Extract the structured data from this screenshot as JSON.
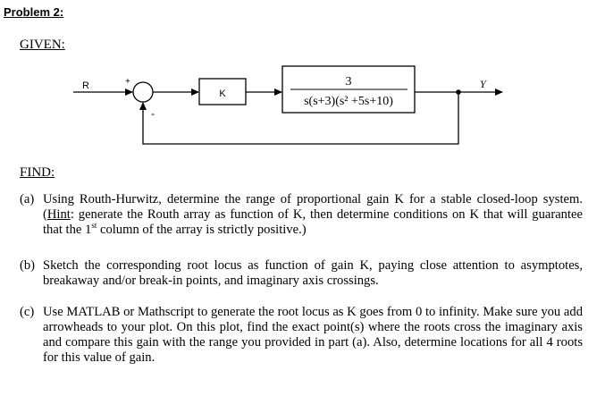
{
  "problem_title": "Problem 2:",
  "given_label": "GIVEN:",
  "find_label": "FIND:",
  "diagram": {
    "input_label": "R",
    "plus_sign": "+",
    "minus_sign": "-",
    "gain_block": "K",
    "tf_numerator": "3",
    "tf_denominator": "s(s+3)(s² +5s+10)",
    "output_label": "Y"
  },
  "parts": {
    "a": {
      "label": "(a)",
      "text_1": "Using Routh-Hurwitz, determine the range of proportional gain K for a stable closed-loop system. (",
      "hint": "Hint",
      "text_2": ": generate the Routh array as function of K, then determine conditions on K that will guarantee that the 1",
      "superscript": "st",
      "text_3": " column of the array is strictly positive.)"
    },
    "b": {
      "label": "(b)",
      "text": "Sketch the corresponding root locus as function of gain K, paying close attention to asymptotes, breakaway and/or break-in points, and imaginary axis crossings."
    },
    "c": {
      "label": "(c)",
      "text": "Use MATLAB or Mathscript to generate the root locus as K goes from 0 to infinity. Make sure you add arrowheads to your plot. On this plot, find the exact point(s) where the roots cross the imaginary axis and compare this gain with the range you provided in part (a). Also, determine locations for all 4 roots for this value of gain."
    }
  }
}
